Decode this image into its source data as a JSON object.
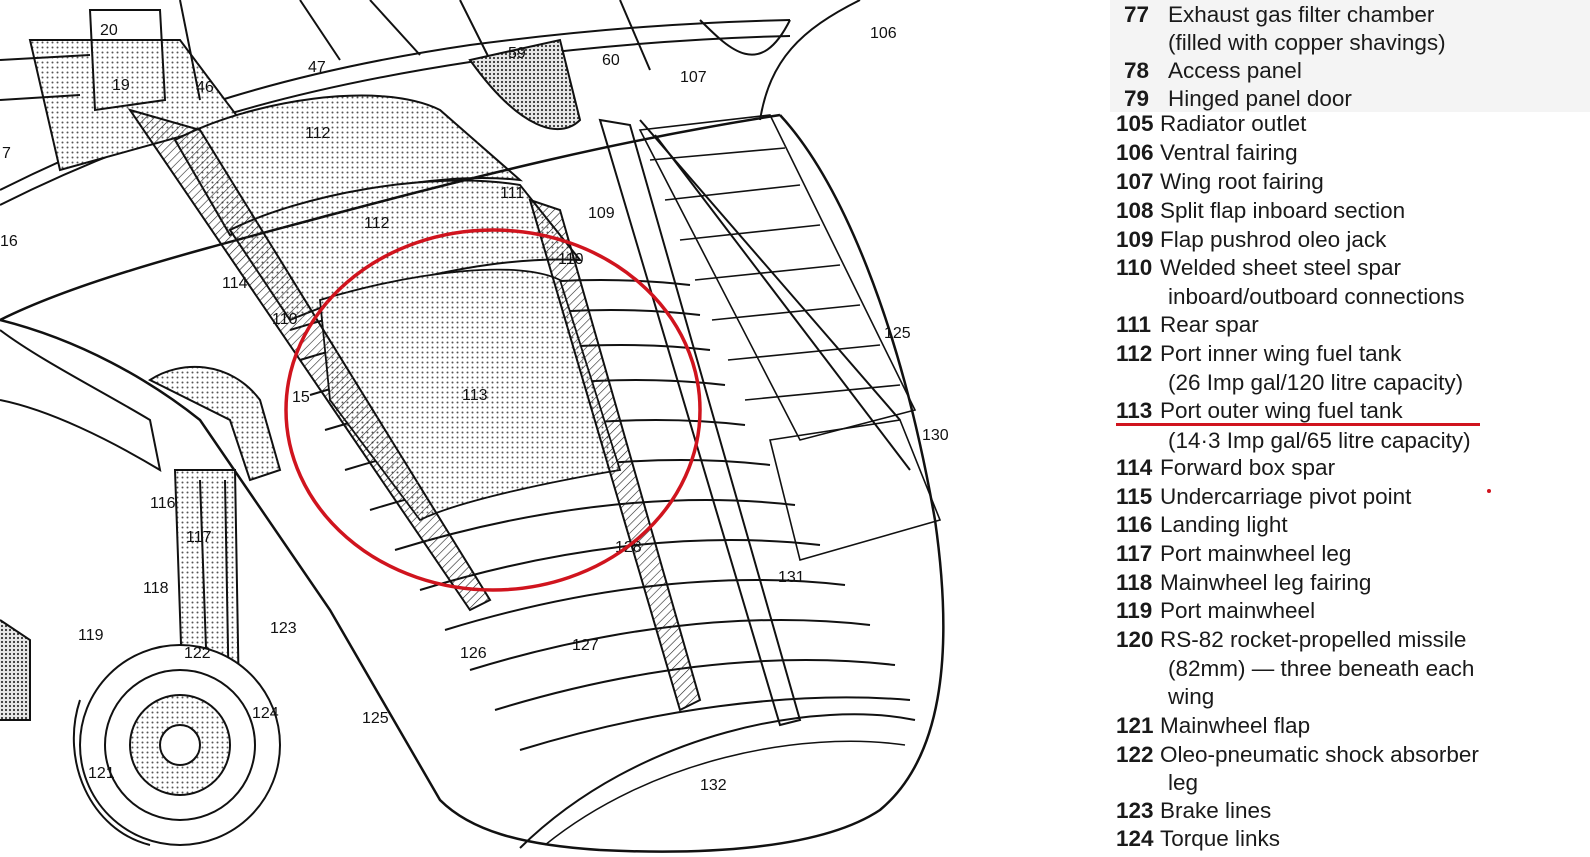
{
  "diagram": {
    "callouts": [
      "20",
      "19",
      "47",
      "59",
      "60",
      "107",
      "106",
      "46",
      "7",
      "112",
      "112",
      "111",
      "109",
      "16",
      "114",
      "110",
      "110",
      "15",
      "113",
      "125",
      "130",
      "116",
      "117",
      "118",
      "119",
      "122",
      "123",
      "124",
      "121",
      "125",
      "126",
      "127",
      "128",
      "131",
      "132"
    ],
    "highlight_color": "#d0141e"
  },
  "legend": {
    "items": [
      {
        "num": "77",
        "text": "Exhaust gas filter chamber"
      },
      {
        "num": "",
        "text": "(filled with copper shavings)"
      },
      {
        "num": "78",
        "text": "Access panel"
      },
      {
        "num": "79",
        "text": "Hinged panel door"
      },
      {
        "num": "105",
        "text": "Radiator outlet"
      },
      {
        "num": "106",
        "text": "Ventral fairing"
      },
      {
        "num": "107",
        "text": "Wing root fairing"
      },
      {
        "num": "108",
        "text": "Split flap inboard section"
      },
      {
        "num": "109",
        "text": "Flap pushrod oleo jack"
      },
      {
        "num": "110",
        "text": "Welded sheet steel spar"
      },
      {
        "num": "",
        "text": "inboard/outboard connections"
      },
      {
        "num": "111",
        "text": "Rear spar"
      },
      {
        "num": "112",
        "text": "Port inner wing fuel tank"
      },
      {
        "num": "",
        "text": "(26 Imp gal/120 litre capacity)"
      },
      {
        "num": "113",
        "text": "Port outer wing fuel tank"
      },
      {
        "num": "",
        "text": "(14·3 Imp gal/65 litre capacity)"
      },
      {
        "num": "114",
        "text": "Forward box spar"
      },
      {
        "num": "115",
        "text": "Undercarriage pivot point"
      },
      {
        "num": "116",
        "text": "Landing light"
      },
      {
        "num": "117",
        "text": "Port mainwheel leg"
      },
      {
        "num": "118",
        "text": "Mainwheel leg fairing"
      },
      {
        "num": "119",
        "text": "Port mainwheel"
      },
      {
        "num": "120",
        "text": "RS-82 rocket-propelled missile"
      },
      {
        "num": "",
        "text": "(82mm) — three beneath each"
      },
      {
        "num": "",
        "text": "wing"
      },
      {
        "num": "121",
        "text": "Mainwheel flap"
      },
      {
        "num": "122",
        "text": "Oleo-pneumatic shock absorber"
      },
      {
        "num": "",
        "text": "leg"
      },
      {
        "num": "123",
        "text": "Brake lines"
      },
      {
        "num": "124",
        "text": "Torque links"
      }
    ]
  }
}
